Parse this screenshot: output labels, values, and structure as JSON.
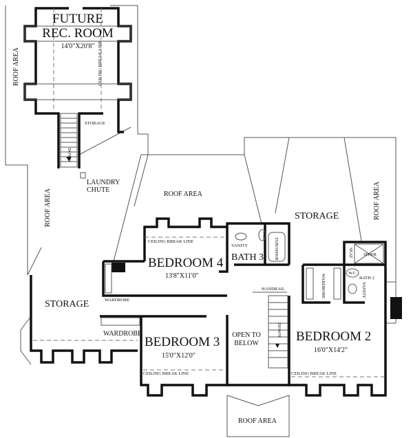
{
  "plan": {
    "rooms": {
      "rec_room_line1": "FUTURE",
      "rec_room_line2": "REC. ROOM",
      "rec_room_size": "14'0\"X20'8\"",
      "bedroom4": "BEDROOM 4",
      "bedroom4_size": "13'8\"X11'0\"",
      "bath3": "BATH 3",
      "bedroom3": "BEDROOM 3",
      "bedroom3_size": "15'0\"X12'0\"",
      "bedroom2": "BEDROOM 2",
      "bedroom2_size": "16'0\"X14'2\"",
      "bath2": "BATH 2",
      "open_line1": "OPEN TO",
      "open_line2": "BELOW",
      "storage_left": "STORAGE",
      "storage_right": "STORAGE",
      "storage_upper": "STORAGE"
    },
    "labels": {
      "roof_area": "ROOF AREA",
      "laundry1": "LAUNDRY",
      "laundry2": "CHUTE",
      "ceiling_break": "CEILING BREAK LINE",
      "wardrobe": "WARDROBE",
      "vanity": "VANITY",
      "wc": "W.C.",
      "tub": "TUB/SHWR",
      "shwr": "SHWR",
      "seat": "SEAT",
      "handrail": "HANDRAIL",
      "down": "DOWN"
    }
  }
}
